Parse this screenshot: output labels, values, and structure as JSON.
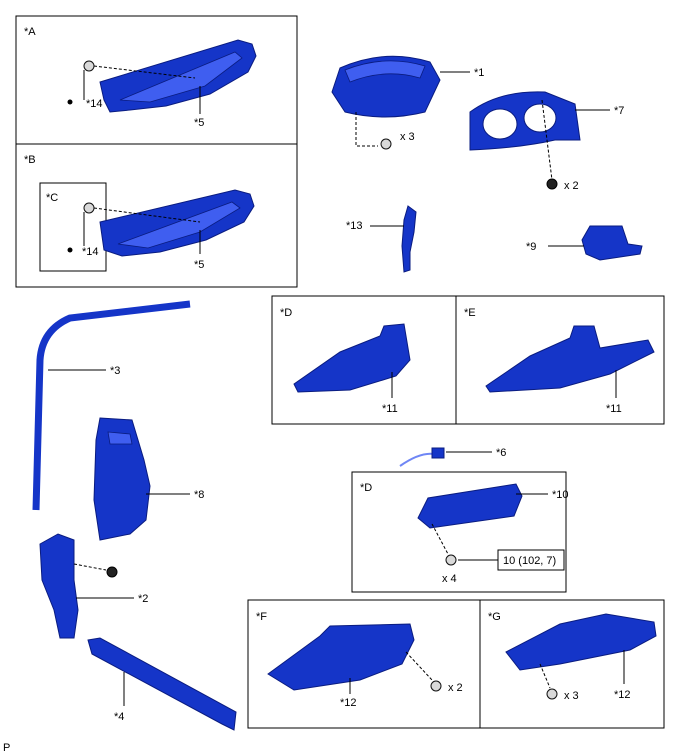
{
  "panels": {
    "A": {
      "tag": "*A"
    },
    "B": {
      "tag": "*B"
    },
    "C": {
      "tag": "*C"
    },
    "D1": {
      "tag": "*D"
    },
    "E": {
      "tag": "*E"
    },
    "D2": {
      "tag": "*D"
    },
    "F": {
      "tag": "*F"
    },
    "G": {
      "tag": "*G"
    }
  },
  "labels": {
    "p1": "*1",
    "p2": "*2",
    "p3": "*3",
    "p4": "*4",
    "p5a": "*5",
    "p5b": "*5",
    "p6": "*6",
    "p7": "*7",
    "p8": "*8",
    "p9": "*9",
    "p10": "*10",
    "p11a": "*11",
    "p11b": "*11",
    "p12a": "*12",
    "p12b": "*12",
    "p13": "*13",
    "p14a": "*14",
    "p14b": "*14"
  },
  "quantities": {
    "q1": "x 3",
    "q7": "x 2",
    "q10": "x 4",
    "q12a": "x 2",
    "q12b": "x 3"
  },
  "torque": "10 (102, 7)",
  "footer": "P",
  "colors": {
    "part": "#1535c8",
    "outline": "#000000"
  }
}
